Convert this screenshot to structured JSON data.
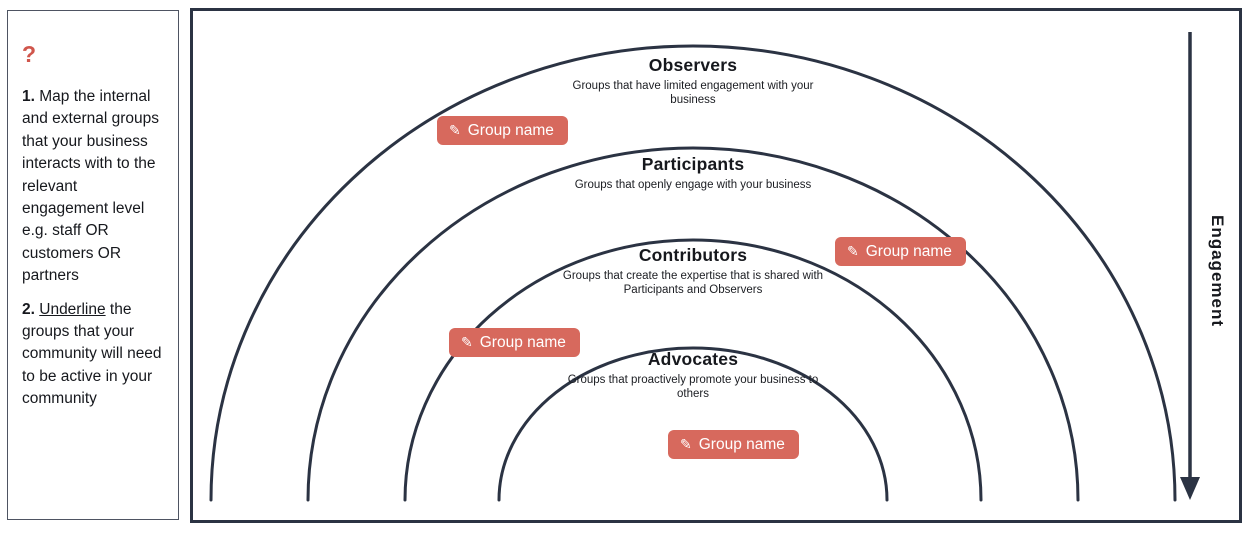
{
  "sidebar": {
    "help_symbol": "?",
    "step1_number": "1.",
    "step1_text": "Map the internal and external groups that your business interacts with to the relevant engagement level e.g. staff OR customers OR partners",
    "step2_number": "2.",
    "step2_underlined_word": "Underline",
    "step2_text": "the groups that your community will need to be active in your community"
  },
  "diagram": {
    "levels": [
      {
        "name": "Observers",
        "description": "Groups that have limited engagement with your business"
      },
      {
        "name": "Participants",
        "description": "Groups that openly engage with your business"
      },
      {
        "name": "Contributors",
        "description": "Groups that create the expertise that is shared with Participants and Observers"
      },
      {
        "name": "Advocates",
        "description": "Groups that proactively promote your business to others"
      }
    ],
    "tags": [
      {
        "label": "Group name",
        "icon": "pencil-icon"
      },
      {
        "label": "Group name",
        "icon": "pencil-icon"
      },
      {
        "label": "Group name",
        "icon": "pencil-icon"
      },
      {
        "label": "Group name",
        "icon": "pencil-icon"
      }
    ],
    "axis": {
      "label": "Engagement",
      "direction": "down"
    }
  },
  "colors": {
    "arc_stroke": "#2b3343",
    "tag_background": "#d7695d",
    "tag_text": "#ffffff",
    "accent_red": "#d0564c"
  },
  "icons": {
    "pencil_glyph": "✎"
  }
}
